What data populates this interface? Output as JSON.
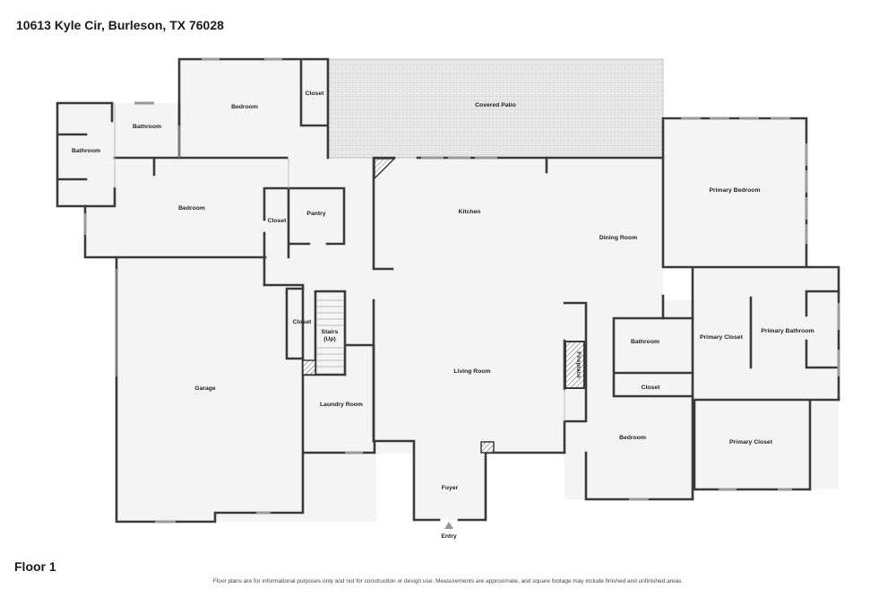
{
  "header": {
    "address": "10613 Kyle Cir, Burleson, TX 76028"
  },
  "footer": {
    "floor": "Floor 1",
    "disclaimer": "Floor plans are for informational purposes only and not for construction or design use. Measurements are approximate, and square footage may include finished and unfinished areas."
  },
  "rooms": {
    "bathroom_far_left": "Bathroom",
    "bathroom_upper_left": "Bathroom",
    "bedroom_top": "Bedroom",
    "closet_top": "Closet",
    "covered_patio": "Covered Patio",
    "bedroom_left": "Bedroom",
    "closet_left": "Closet",
    "pantry": "Pantry",
    "kitchen": "Kitchen",
    "dining_room": "Dining Room",
    "primary_bedroom": "Primary Bedroom",
    "garage": "Garage",
    "closet_stairs": "Closet",
    "stairs_line1": "Stairs",
    "stairs_line2": "(Up)",
    "laundry_room": "Laundry Room",
    "living_room": "Living Room",
    "fireplace": "Fireplace",
    "bathroom_center": "Bathroom",
    "closet_center": "Closet",
    "bedroom_bottom": "Bedroom",
    "primary_closet_upper": "Primary Closet",
    "primary_bathroom": "Primary Bathroom",
    "primary_closet_lower": "Primary Closet",
    "foyer": "Foyer",
    "entry": "Entry"
  },
  "colors": {
    "wall": "#3a3a3a",
    "floor": "#f4f4f4",
    "patio": "#e6e6e6"
  }
}
